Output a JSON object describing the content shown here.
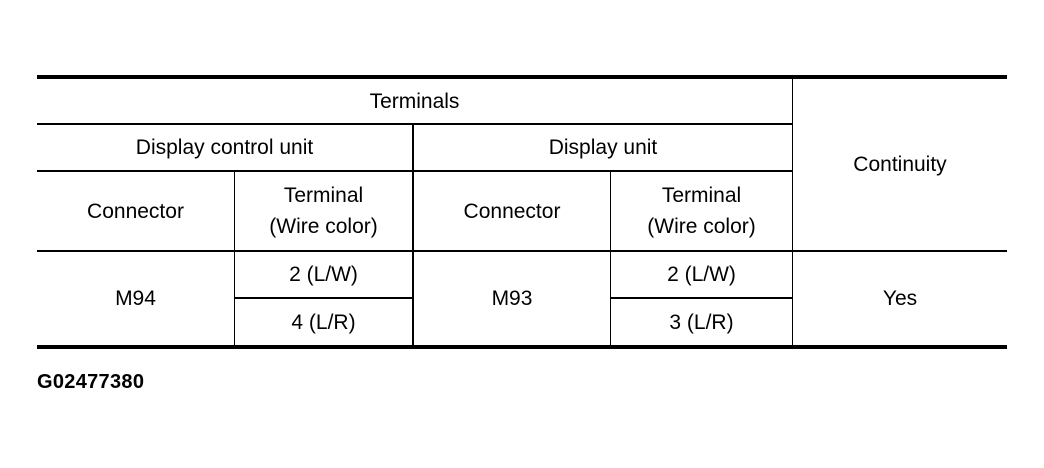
{
  "table": {
    "header": {
      "terminals": "Terminals",
      "display_control_unit": "Display control unit",
      "display_unit": "Display unit",
      "continuity": "Continuity",
      "dcu_connector": "Connector",
      "dcu_terminal": "Terminal\n(Wire color)",
      "du_connector": "Connector",
      "du_terminal": "Terminal\n(Wire color)"
    },
    "rows": [
      {
        "dcu_connector": "M94",
        "dcu_terminals": [
          "2 (L/W)",
          "4 (L/R)"
        ],
        "du_connector": "M93",
        "du_terminals": [
          "2 (L/W)",
          "3 (L/R)"
        ],
        "continuity": "Yes"
      }
    ]
  },
  "caption": "G02477380"
}
